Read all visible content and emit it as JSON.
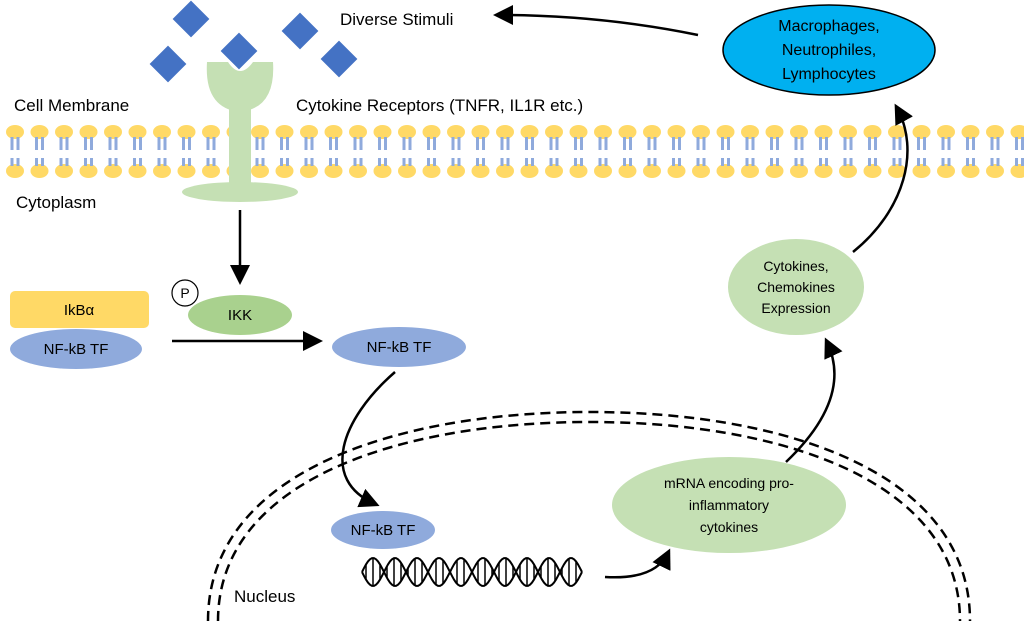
{
  "labels": {
    "diverse_stimuli": "Diverse Stimuli",
    "cell_membrane": "Cell Membrane",
    "cytokine_receptors": "Cytokine Receptors (TNFR, IL1R etc.)",
    "cytoplasm": "Cytoplasm",
    "nucleus": "Nucleus"
  },
  "nodes": {
    "immune_cells": [
      "Macrophages,",
      "Neutrophiles,",
      "Lymphocytes"
    ],
    "ikba": "IkBα",
    "nfkb_complex": "NF-kB TF",
    "phospho": "P",
    "ikk": "IKK",
    "nfkb_free": "NF-kB TF",
    "nfkb_nuclear": "NF-kB TF",
    "cytokine_expression": [
      "Cytokines,",
      "Chemokines",
      "Expression"
    ],
    "mrna": [
      "mRNA encoding pro-",
      "inflammatory",
      "cytokines"
    ]
  },
  "colors": {
    "stimulus": "#4472c4",
    "receptor": "#c5e0b4",
    "lipid_head": "#ffd966",
    "lipid_tail": "#8faadc",
    "ikba_box": "#ffd966",
    "nfkb": "#8faadc",
    "ikk": "#a9d18e",
    "green_node": "#c5e0b4",
    "immune_cells": "#00b0f0",
    "dna": "#000000"
  }
}
